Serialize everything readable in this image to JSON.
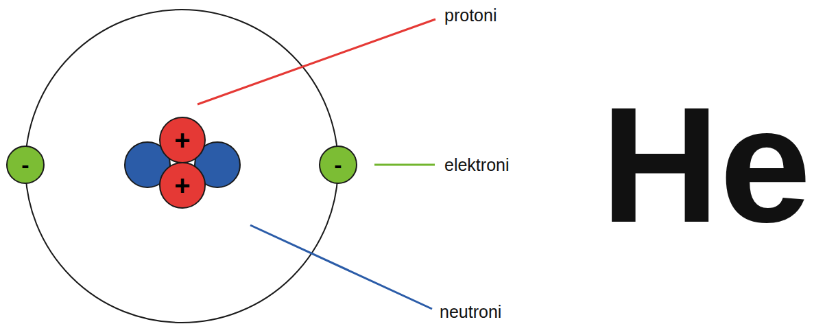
{
  "diagram": {
    "nodes": [
      {
        "text": [
          "+"
        ]
      },
      {
        "text": [
          "-"
        ]
      },
      {
        "text": [
          "-"
        ]
      },
      {
        "text": [
          "+"
        ]
      }
    ],
    "labels": [
      "protoni",
      "elektroni",
      "neutroni",
      "He"
    ]
  }
}
